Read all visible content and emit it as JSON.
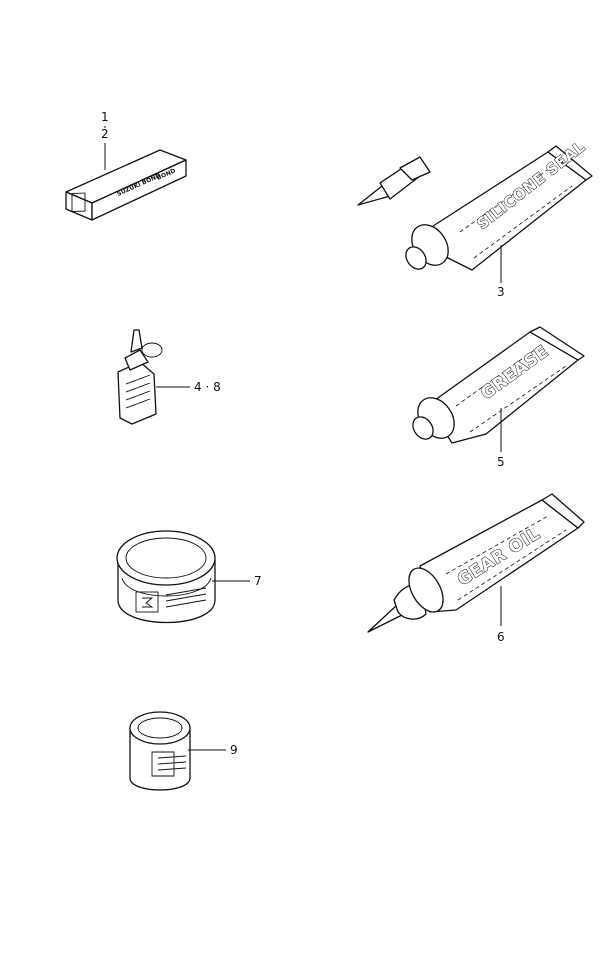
{
  "callouts": {
    "c1": "1",
    "c2": "2",
    "c3": "3",
    "c48": "4 · 8",
    "c5": "5",
    "c6": "6",
    "c7": "7",
    "c9": "9"
  },
  "labels": {
    "silicone": "SILICONE SEAL",
    "grease": "GREASE",
    "gearoil": "GEAR OIL",
    "bond_small": "SUZUKI BOND",
    "bond": "BOND"
  }
}
